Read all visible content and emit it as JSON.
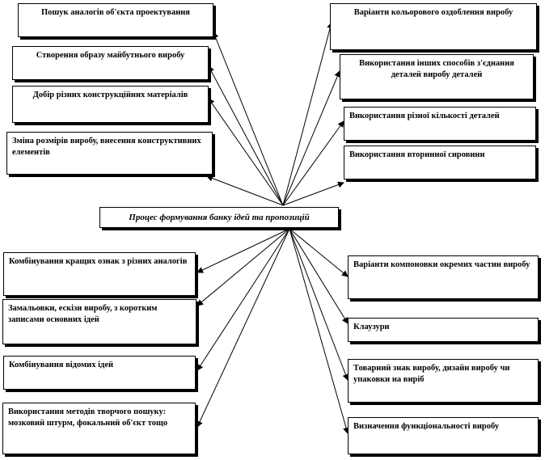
{
  "diagram": {
    "central": "Процес формування банку ідей та пропозицій",
    "left_top": [
      "Пошук аналогів об'єкта проектування",
      "Створення образу майбутнього виробу",
      "Добір різних конструкційних матеріалів",
      "Зміна розмірів виробу, внесення конструктивних елементів"
    ],
    "right_top": [
      "Варіанти кольорового оздоблення виробу",
      "Використання інших способів з'єднання деталей виробу деталей",
      "Використання різної кількості деталей",
      "Використання вторинної сировини"
    ],
    "left_bottom": [
      "Комбінування кращих ознак з різних аналогів",
      "Замальовки, ескізи виробу, з коротким записами основних ідей",
      "Комбінування відомих ідей",
      "Використання методів творчого пошуку: мозковий штурм, фокальний об'єкт тощо"
    ],
    "right_bottom": [
      "Варіанти компоновки окремих частин виробу",
      "Клаузури",
      "Товарний знак виробу, дизайн виробу чи упаковки на виріб",
      "Визначення функціональності виробу"
    ]
  }
}
